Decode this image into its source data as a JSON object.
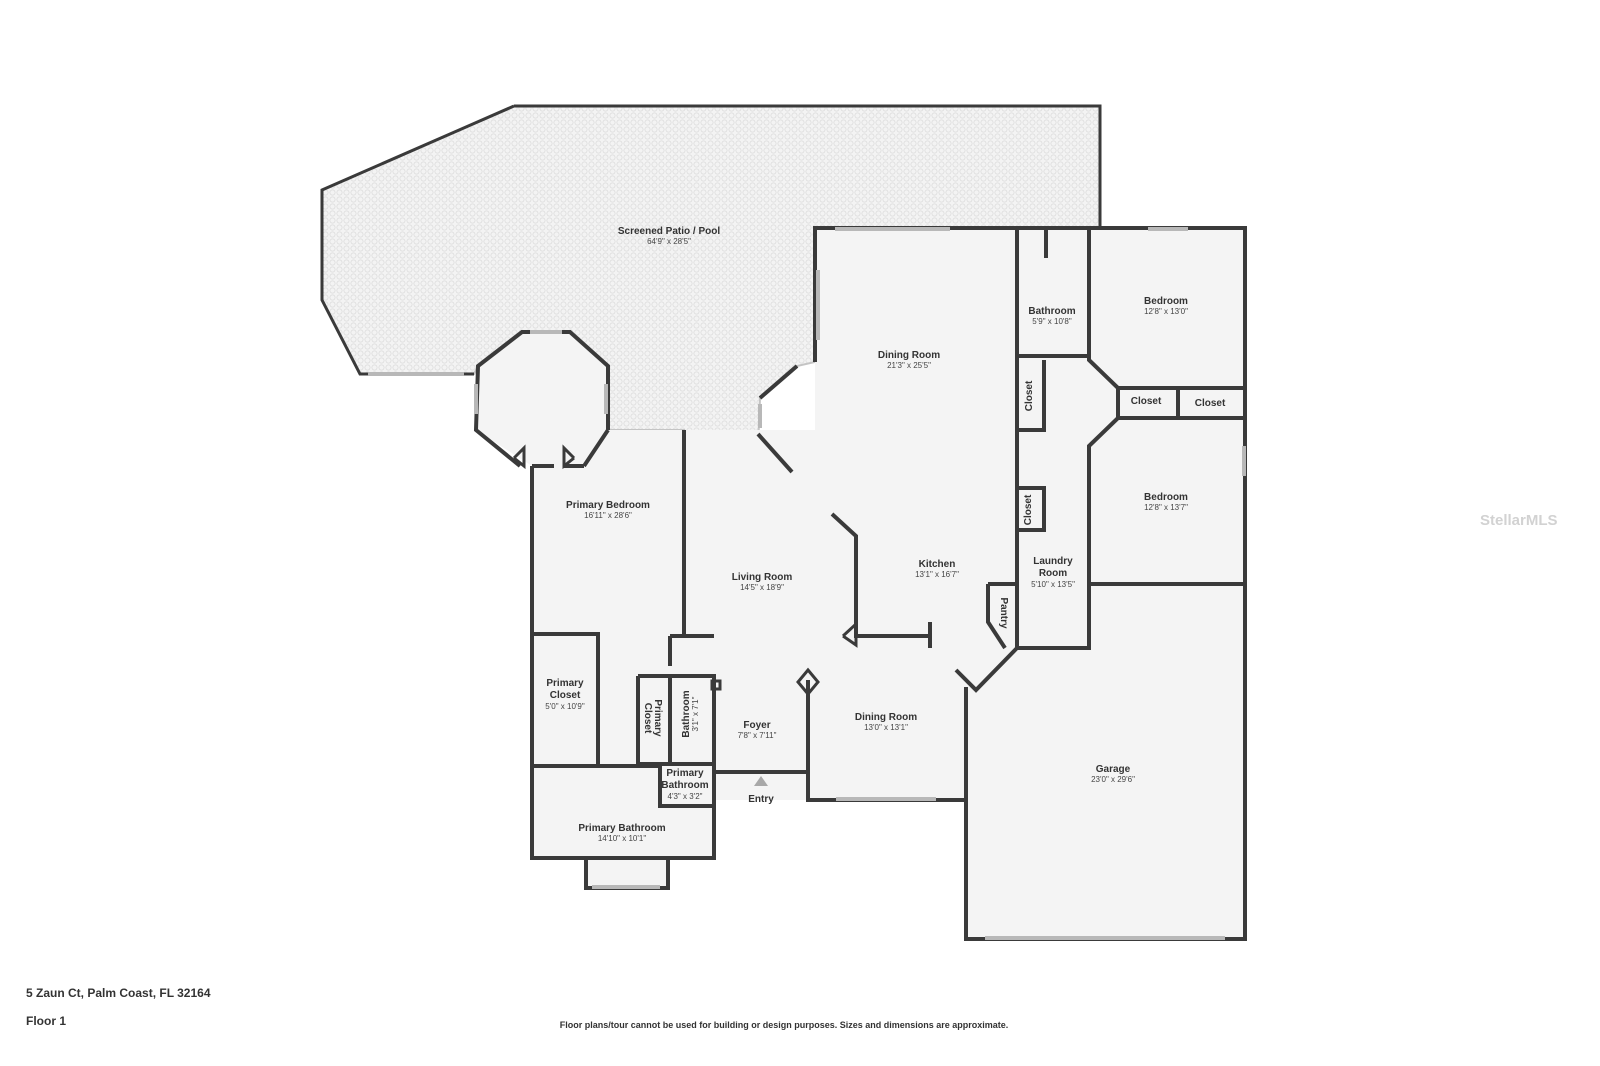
{
  "rooms": {
    "patio": {
      "name": "Screened Patio / Pool",
      "dim": "64'9\" x 28'5\""
    },
    "dining_main": {
      "name": "Dining Room",
      "dim": "21'3\" x 25'5\""
    },
    "bathroom_top": {
      "name": "Bathroom",
      "dim": "5'9\" x 10'8\""
    },
    "bedroom_1": {
      "name": "Bedroom",
      "dim": "12'8\" x 13'0\""
    },
    "closet_a": {
      "name": "Closet"
    },
    "closet_b": {
      "name": "Closet"
    },
    "closet_c": {
      "name": "Closet"
    },
    "closet_d": {
      "name": "Closet"
    },
    "bedroom_2": {
      "name": "Bedroom",
      "dim": "12'8\" x 13'7\""
    },
    "primary_bedroom": {
      "name": "Primary Bedroom",
      "dim": "16'11\" x 28'6\""
    },
    "kitchen": {
      "name": "Kitchen",
      "dim": "13'1\" x 16'7\""
    },
    "living_room": {
      "name": "Living Room",
      "dim": "14'5\" x 18'9\""
    },
    "laundry": {
      "name_line1": "Laundry",
      "name_line2": "Room",
      "dim": "5'10\" x 13'5\""
    },
    "pantry": {
      "name": "Pantry"
    },
    "primary_closet_left": {
      "name_line1": "Primary",
      "name_line2": "Closet",
      "dim": "5'0\" x 10'9\""
    },
    "primary_closet_small": {
      "name_line1": "Primary",
      "name_line2": "Closet"
    },
    "bathroom_small": {
      "name": "Bathroom",
      "dim": "3'1\" x 7'1\""
    },
    "foyer": {
      "name": "Foyer",
      "dim": "7'8\" x 7'11\""
    },
    "dining_front": {
      "name": "Dining Room",
      "dim": "13'0\" x 13'1\""
    },
    "garage": {
      "name": "Garage",
      "dim": "23'0\" x 29'6\""
    },
    "primary_bath_small": {
      "name_line1": "Primary",
      "name_line2": "Bathroom",
      "dim": "4'3\" x 3'2\""
    },
    "primary_bathroom": {
      "name": "Primary Bathroom",
      "dim": "14'10\" x 10'1\""
    }
  },
  "entry": {
    "label": "Entry"
  },
  "footer": {
    "address": "5 Zaun Ct, Palm Coast, FL 32164",
    "floor": "Floor 1",
    "disclaimer": "Floor plans/tour cannot be used for building or design purposes. Sizes and dimensions are approximate."
  },
  "watermark": "StellarMLS",
  "colors": {
    "floor": "#f4f4f4",
    "wall": "#3a3a3a",
    "window": "#b8b8b8",
    "text": "#333333"
  }
}
